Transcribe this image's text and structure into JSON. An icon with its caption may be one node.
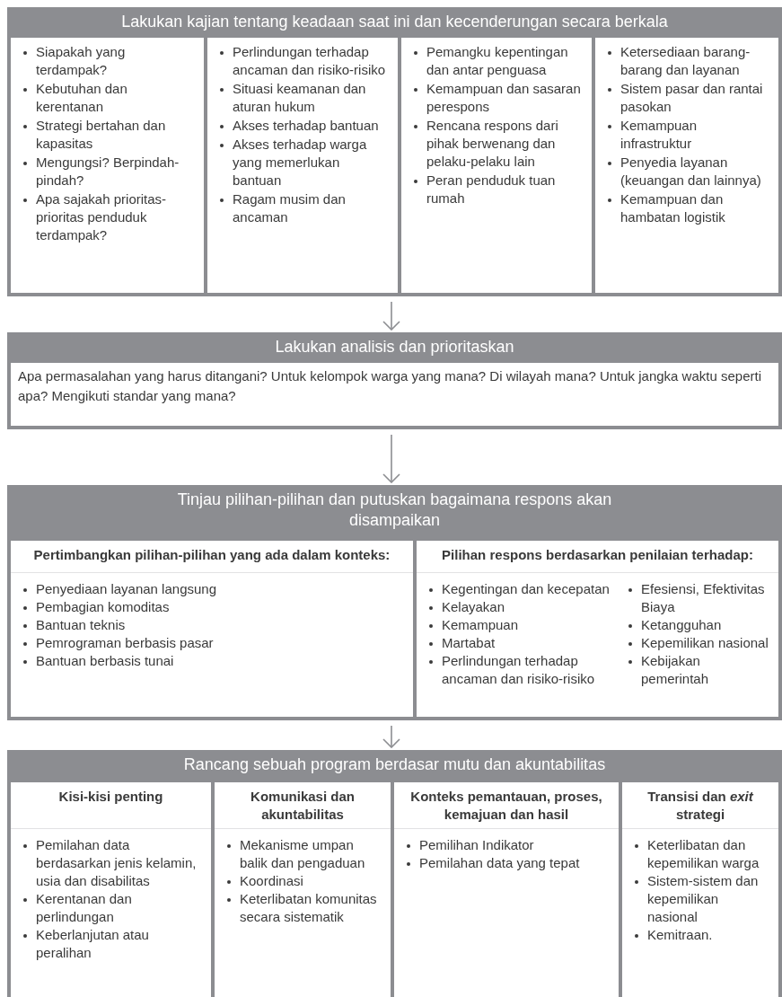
{
  "diagram": {
    "nodes": [
      {
        "text": [
          "Lakukan kajian tentang keadaan saat ini dan kecenderungan secara berkala"
        ]
      },
      {
        "text": [
          "Siapakah yang terdampak?",
          "Kebutuhan dan kerentanan",
          "Strategi bertahan dan kapasitas",
          "Mengungsi? Berpindah-pindah?",
          "Apa sajakah prioritas-prioritas penduduk terdampak?"
        ],
        "in": 0
      },
      {
        "text": [
          "Perlindungan terhadap ancaman dan risiko-risiko",
          "Situasi keamanan dan aturan hukum",
          "Akses terhadap bantuan",
          "Akses terhadap warga yang memerlukan bantuan",
          "Ragam musim dan ancaman"
        ],
        "in": 0
      },
      {
        "text": [
          "Pemangku kepentingan dan antar penguasa",
          "Kemampuan dan sasaran perespons",
          "Rencana respons dari pihak berwenang dan pelaku-pelaku lain",
          "Peran penduduk tuan rumah"
        ],
        "in": 0
      },
      {
        "text": [
          "Ketersediaan barang-barang dan layanan",
          "Sistem pasar dan rantai pasokan",
          "Kemampuan infrastruktur",
          "Penyedia layanan (keuangan dan lainnya)",
          "Kemampuan dan hambatan logistik"
        ],
        "in": 0
      },
      {
        "text": [
          "Lakukan analisis dan prioritaskan",
          "Apa permasalahan yang harus ditangani? Untuk kelompok warga yang mana? Di wilayah mana? Untuk jangka waktu seperti apa? Mengikuti standar yang mana?"
        ]
      },
      {
        "text": [
          "Tinjau pilihan-pilihan dan putuskan bagaimana respons akan disampaikan"
        ]
      },
      {
        "text": [
          "Pertimbangkan pilihan-pilihan yang ada dalam konteks:",
          "Penyediaan layanan langsung",
          "Pembagian komoditas",
          "Bantuan teknis",
          "Pemrograman berbasis pasar",
          "Bantuan berbasis tunai"
        ],
        "in": 6
      },
      {
        "text": [
          "Pilihan respons berdasarkan penilaian terhadap:",
          "Kegentingan dan kecepatan",
          "Kelayakan",
          "Kemampuan",
          "Martabat",
          "Perlindungan terhadap ancaman dan risiko-risiko",
          "Efesiensi, Efektivitas Biaya",
          "Ketangguhan",
          "Kepemilikan nasional",
          "Kebijakan pemerintah"
        ],
        "in": 6
      },
      {
        "text": [
          "Rancang sebuah program berdasar mutu dan akuntabilitas"
        ]
      },
      {
        "text": [
          "Kisi-kisi penting",
          "Pemilahan data berdasarkan jenis kelamin, usia dan disabilitas",
          "Kerentanan dan perlindungan",
          "Keberlanjutan atau peralihan"
        ],
        "in": 9
      },
      {
        "text": [
          "Komunikasi dan akuntabilitas",
          "Mekanisme umpan balik dan pengaduan",
          "Koordinasi",
          "Keterlibatan komunitas secara sistematik"
        ],
        "in": 9
      },
      {
        "text": [
          "Konteks pemantauan, proses, kemajuan dan hasil",
          "Pemilihan Indikator",
          "Pemilahan data yang tepat"
        ],
        "in": 9
      },
      {
        "text": [
          "Transisi dan *exit* strategi",
          "Keterlibatan dan kepemilikan warga",
          "Sistem-sistem dan kepemilikan nasional",
          "Kemitraan."
        ],
        "in": 9
      }
    ],
    "edges": [
      {
        "from": 0,
        "to": 5,
        "arrow": "to"
      },
      {
        "from": 5,
        "to": 6,
        "arrow": "to"
      },
      {
        "from": 6,
        "to": 9,
        "arrow": "to"
      }
    ]
  }
}
